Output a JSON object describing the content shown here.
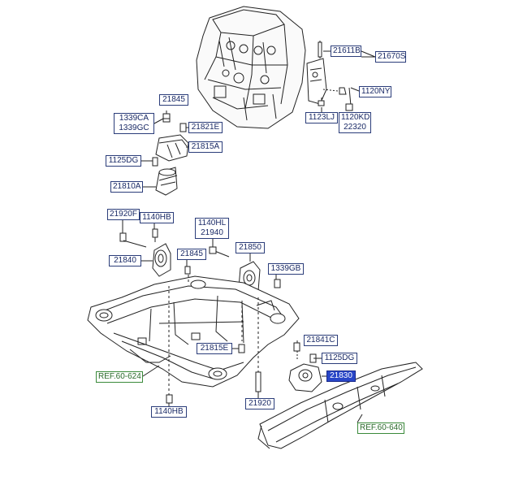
{
  "labels": {
    "p21611B": "21611B",
    "p21670S": "21670S",
    "p1120NY": "1120NY",
    "p1123LJ": "1123LJ",
    "p1120KD": "1120KD",
    "p22320": "22320",
    "p21845a": "21845",
    "p1339CA": "1339CA",
    "p1339GC": "1339GC",
    "p21821E": "21821E",
    "p21815A": "21815A",
    "p1125DGa": "1125DG",
    "p21810A": "21810A",
    "p21920F": "21920F",
    "p1140HBa": "1140HB",
    "p1140HL": "1140HL",
    "p21940": "21940",
    "p21840": "21840",
    "p21845b": "21845",
    "p21850": "21850",
    "p1339GB": "1339GB",
    "p21841C": "21841C",
    "p21815E": "21815E",
    "p1125DGb": "1125DG",
    "p21830": "21830",
    "p21920": "21920",
    "p1140HBb": "1140HB"
  },
  "refs": {
    "r60624": "REF.60-624",
    "r60640": "REF.60-640"
  },
  "colors": {
    "label_border": "#2b3d7a",
    "label_text": "#1a2a66",
    "highlight": "#2846c8",
    "ref_border": "#3a8a3a",
    "line": "#222222"
  }
}
